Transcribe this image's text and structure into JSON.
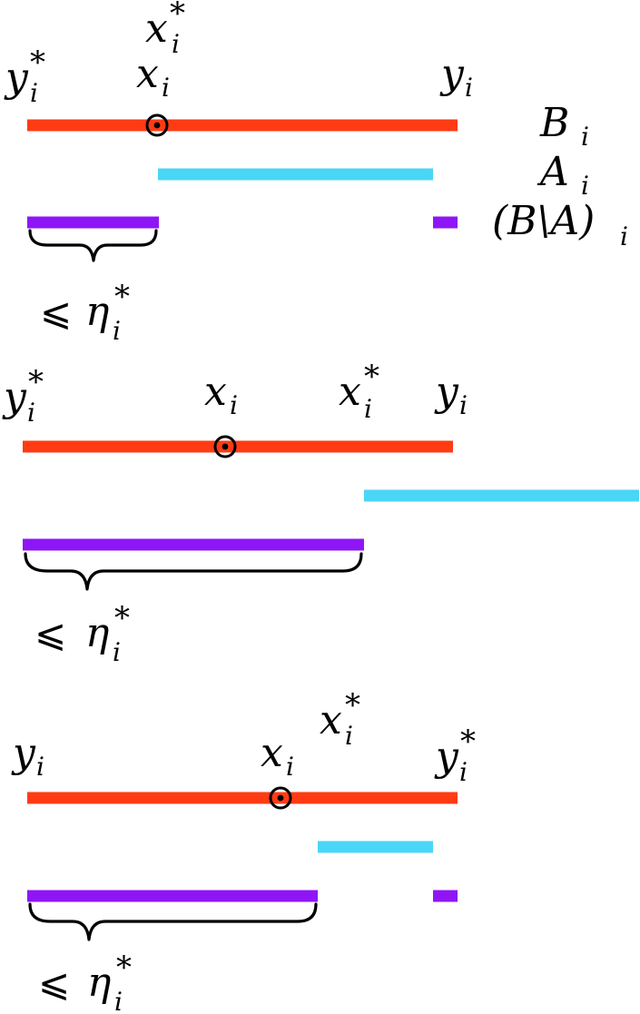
{
  "colors": {
    "B_segment": "#ff3b14",
    "A_segment": "#4ad6f6",
    "B_minus_A_segment": "#8e16f6",
    "text": "#000000"
  },
  "icons": {
    "center_marker": "circled-dot"
  },
  "legend": {
    "B": {
      "main": "B",
      "sub": "i"
    },
    "A": {
      "main": "A",
      "sub": "i"
    },
    "BminusA": {
      "main": "(B\\A)",
      "sub": "i"
    }
  },
  "symbols": {
    "x": "x",
    "y": "y",
    "sub": "i",
    "star": "*",
    "leq": "⩽",
    "eta": "η"
  },
  "panels": [
    {
      "id": "case-1",
      "left_label": "y*",
      "right_label": "y",
      "x_star_position": "above x_i"
    },
    {
      "id": "case-2",
      "left_label": "y*",
      "right_label": "y",
      "x_star_position": "right of x_i"
    },
    {
      "id": "case-3",
      "left_label": "y",
      "right_label": "y*",
      "x_star_position": "above-right of x_i"
    }
  ]
}
